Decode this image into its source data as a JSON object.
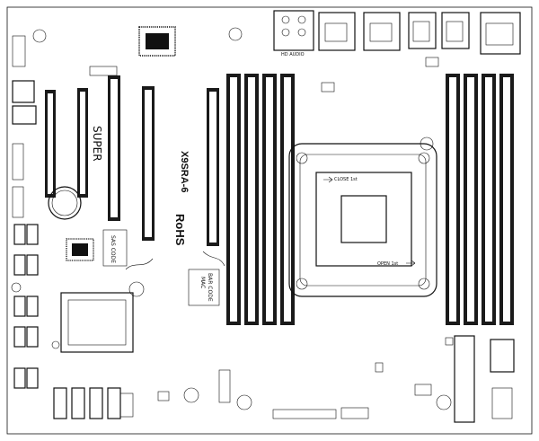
{
  "labels": {
    "hd_audio": "HD AUDIO",
    "brand": "SUPER",
    "model": "X9SRA-6",
    "rohs": "RoHS",
    "sas_code": "SAS CODE",
    "mac_code": "MAC",
    "bar_code": "BAR CODE",
    "close_1st": "CLOSE 1st",
    "open_1st": "OPEN 1st"
  },
  "colors": {
    "ink": "#111111",
    "background": "#ffffff",
    "slot": "#1a1a1a"
  }
}
